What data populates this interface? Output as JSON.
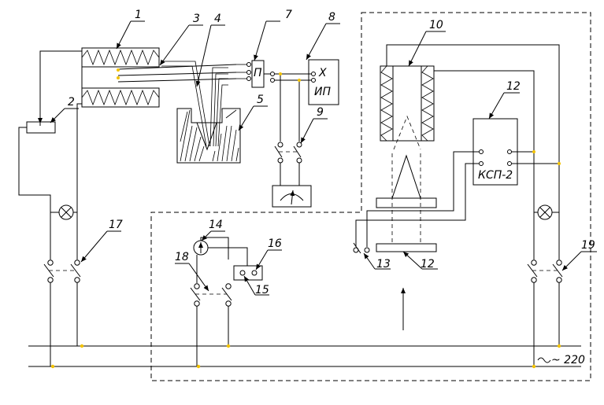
{
  "diagram": {
    "callouts": [
      "1",
      "2",
      "3",
      "4",
      "5",
      "7",
      "8",
      "9",
      "10",
      "12",
      "12",
      "13",
      "14",
      "15",
      "16",
      "17",
      "18",
      "19"
    ],
    "box_labels": {
      "converter": "П",
      "instrument_line1": "Х",
      "instrument_line2": "ИП",
      "regulator": "КСП-2"
    },
    "supply_label": "~ 220",
    "colors": {
      "line": "#000000",
      "junction": "#f2c200",
      "background": "#ffffff"
    }
  }
}
